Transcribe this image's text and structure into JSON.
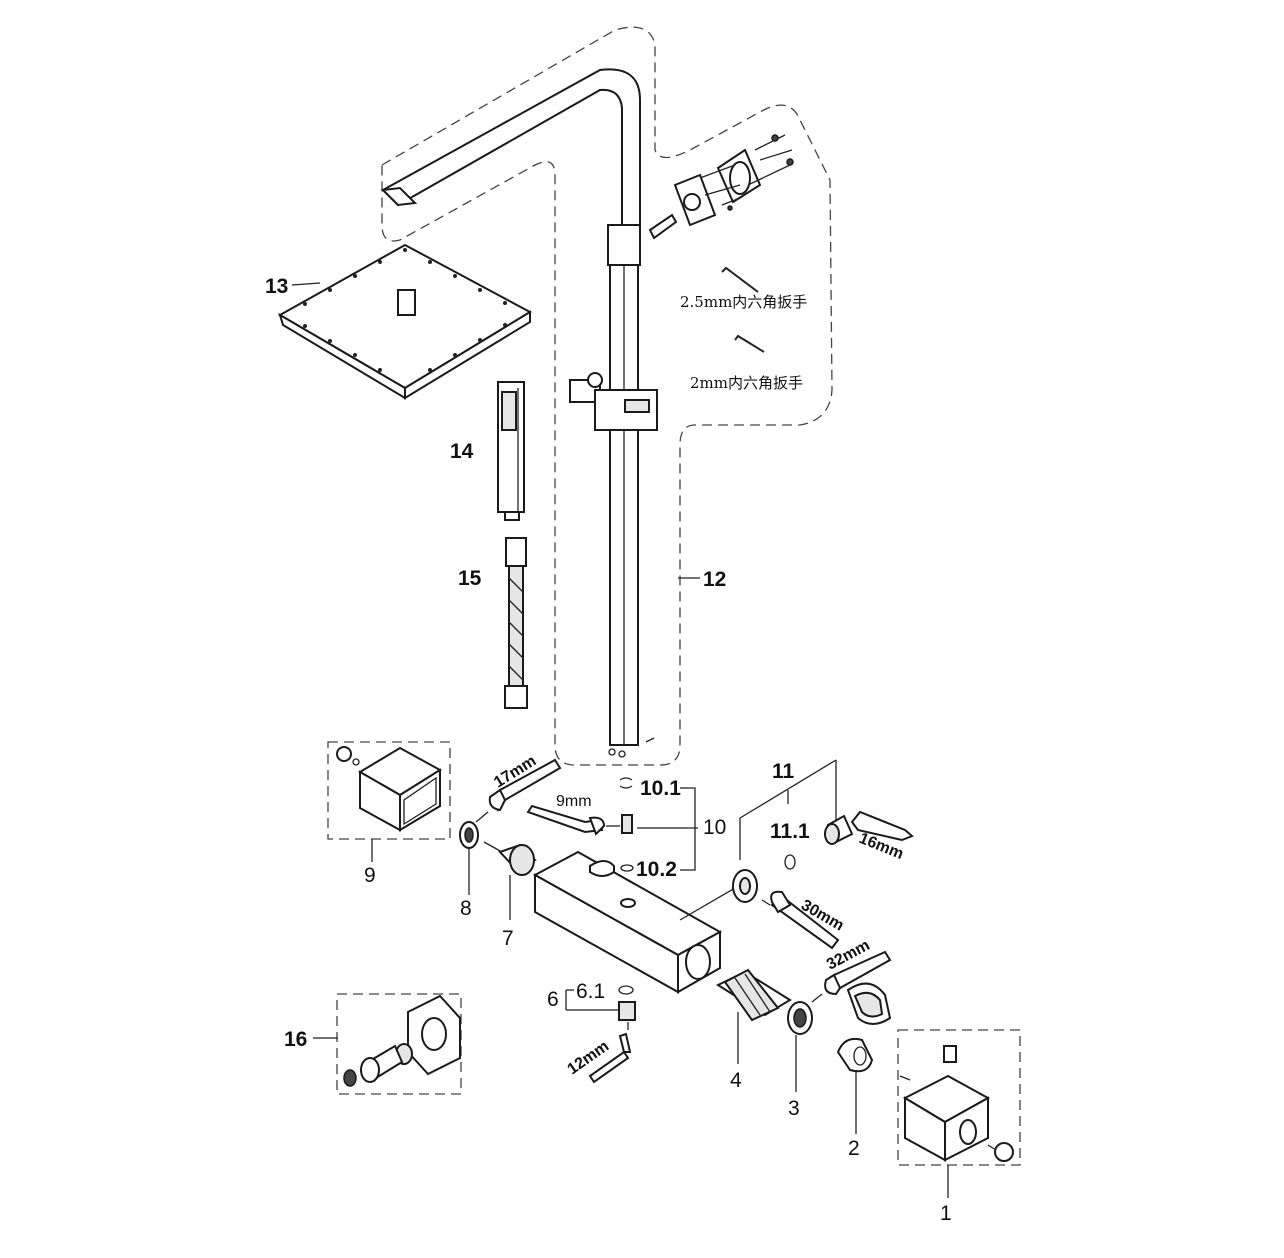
{
  "labels": {
    "l1": "1",
    "l2": "2",
    "l3": "3",
    "l4": "4",
    "l6": "6",
    "l6_1": "6.1",
    "l7": "7",
    "l8": "8",
    "l9": "9",
    "l10": "10",
    "l10_1": "10.1",
    "l10_2": "10.2",
    "l11": "11",
    "l11_1": "11.1",
    "l12": "12",
    "l13": "13",
    "l14": "14",
    "l15": "15",
    "l16": "16"
  },
  "tools": {
    "wrench_17": "17mm",
    "wrench_9": "9mm",
    "wrench_16": "16mm",
    "wrench_30": "30mm",
    "wrench_32": "32mm",
    "hex_12": "12mm",
    "hex_2_5": "2.5mm内六角扳手",
    "hex_2": "2mm内六角扳手"
  },
  "colors": {
    "line": "#222222",
    "fill": "#ffffff",
    "shade": "#e6e6e6"
  }
}
